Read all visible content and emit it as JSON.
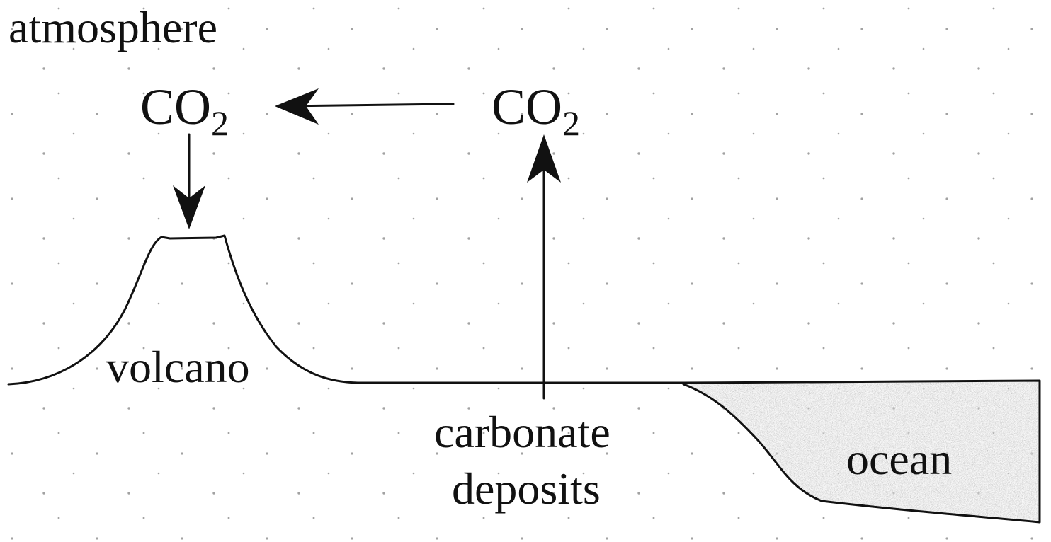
{
  "labels": {
    "atmosphere": "atmosphere",
    "co2_left_main": "CO",
    "co2_left_sub": "2",
    "co2_right_main": "CO",
    "co2_right_sub": "2",
    "volcano": "volcano",
    "carbonate_line1": "carbonate",
    "carbonate_line2": "deposits",
    "ocean": "ocean"
  },
  "colors": {
    "ink": "#111111",
    "background": "#ffffff",
    "ocean_fill": "#9a9a9a"
  }
}
